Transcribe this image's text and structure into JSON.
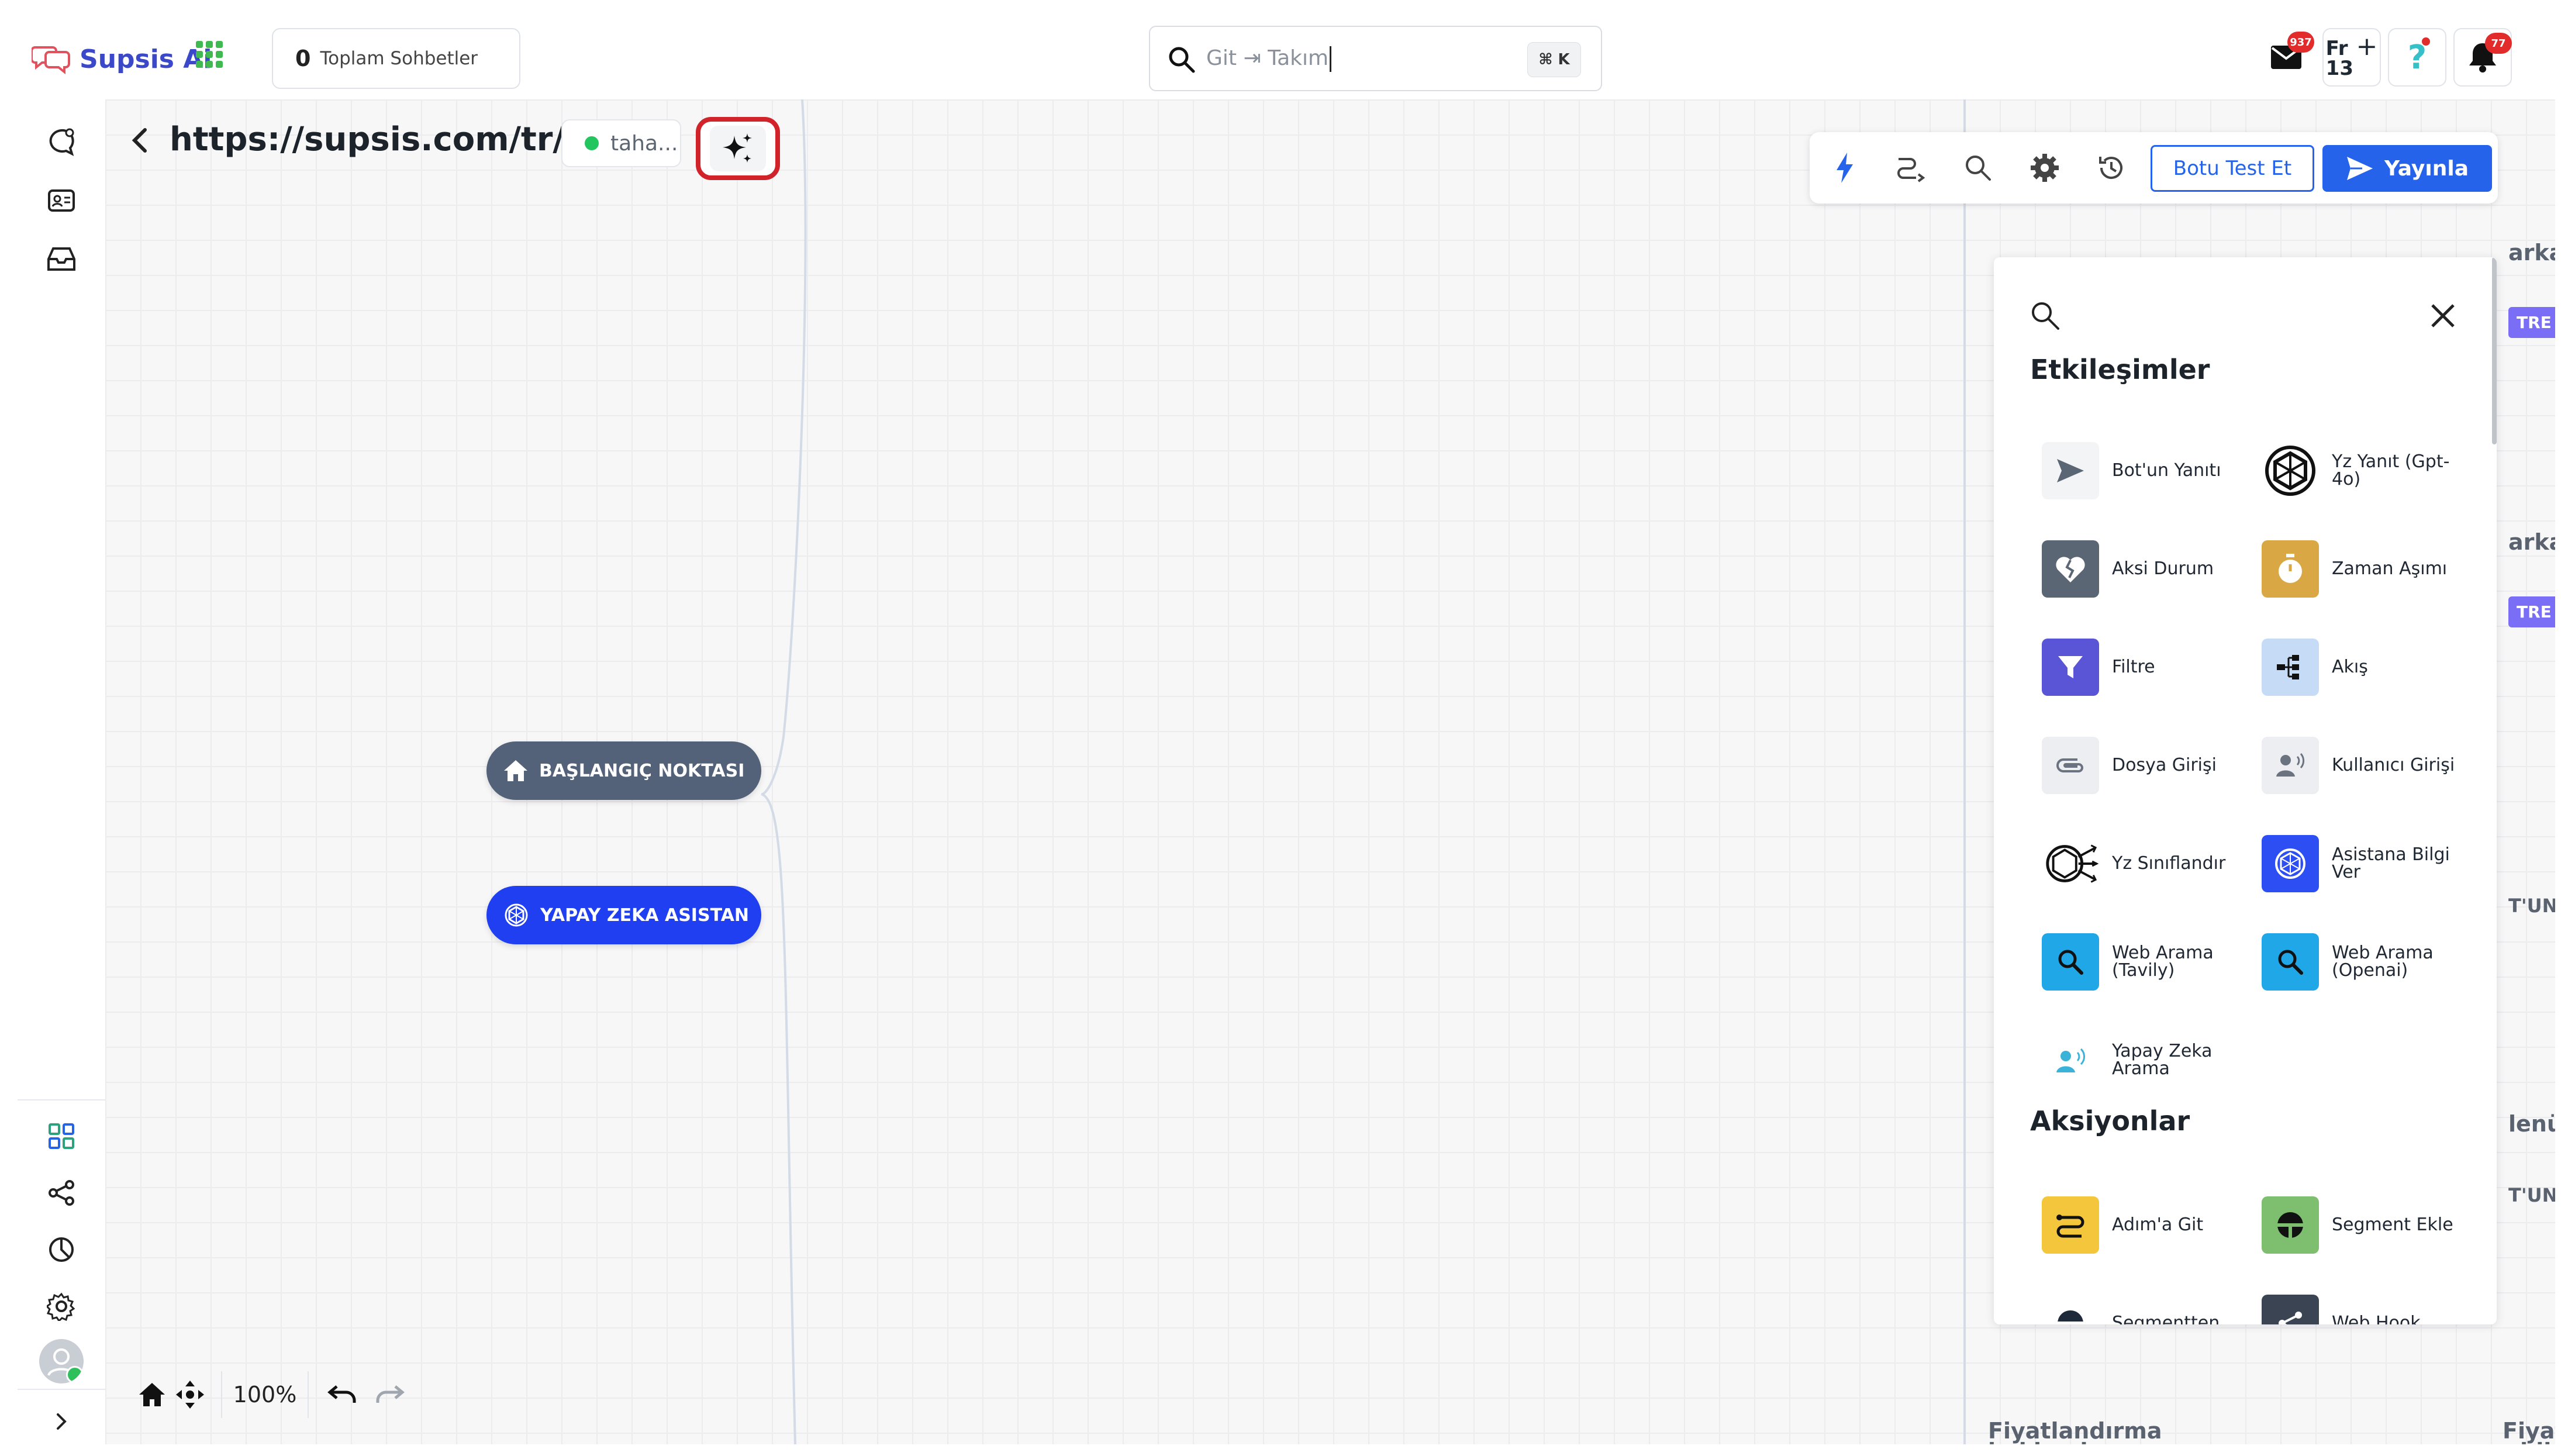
{
  "brand": {
    "name": "Supsis Ai"
  },
  "topbar": {
    "total_chats_count": "0",
    "total_chats_label": "Toplam Sohbetler",
    "search_placeholder": "Git ⇥ Takım",
    "search_shortcut": "⌘ K",
    "mail_badge": "937",
    "fr_label_line1": "Fr",
    "fr_label_line2": "13",
    "notifications_badge": "77"
  },
  "canvas": {
    "url_title": "https://supsis.com/tr/",
    "status_chip_text": "taha...",
    "nodes": {
      "start": "BAŞLANGIÇ NOKTASI",
      "ai": "YAPAY ZEKA ASISTAN"
    },
    "zoom_level": "100%"
  },
  "toolbar": {
    "test_label": "Botu Test Et",
    "publish_label": "Yayınla"
  },
  "panel": {
    "section_interactions": "Etkileşimler",
    "section_actions": "Aksiyonlar",
    "interactions": [
      {
        "label": "Bot'un Yanıtı",
        "icon": "send-icon"
      },
      {
        "label": "Yz Yanıt (Gpt-4o)",
        "icon": "openai-icon"
      },
      {
        "label": "Aksi Durum",
        "icon": "broken-heart-icon"
      },
      {
        "label": "Zaman Aşımı",
        "icon": "stopwatch-icon"
      },
      {
        "label": "Filtre",
        "icon": "filter-icon"
      },
      {
        "label": "Akış",
        "icon": "flow-icon"
      },
      {
        "label": "Dosya Girişi",
        "icon": "paperclip-icon"
      },
      {
        "label": "Kullanıcı Girişi",
        "icon": "user-voice-icon"
      },
      {
        "label": "Yz Sınıflandır",
        "icon": "ai-classify-icon"
      },
      {
        "label": "Asistana Bilgi Ver",
        "icon": "openai-icon"
      },
      {
        "label": "Web Arama (Tavily)",
        "icon": "search-icon"
      },
      {
        "label": "Web Arama (Openai)",
        "icon": "search-icon"
      },
      {
        "label": "Yapay Zeka Arama",
        "icon": "user-voice-icon"
      }
    ],
    "actions": [
      {
        "label": "Adım'a Git",
        "icon": "goto-step-icon"
      },
      {
        "label": "Segment Ekle",
        "icon": "segment-icon"
      },
      {
        "label": "Segmentten",
        "icon": "segment-icon"
      },
      {
        "label": "Web Hook",
        "icon": "share-icon"
      }
    ]
  },
  "edge_texts": {
    "a": "arka",
    "b": "TRE",
    "c": "arka",
    "d": "TRE",
    "e": "T'UN",
    "f": "lenü",
    "g": "T'UN",
    "h1": "Fiyatlandırma",
    "h2": "hakkında soru",
    "i1": "Fiyat",
    "i2": "bil"
  },
  "colors": {
    "brand": "#3a48c9",
    "primary": "#2563eb",
    "start_node": "#536279",
    "ai_node": "#1f3ff0",
    "highlight": "#d0232a",
    "status_online": "#22c55e"
  }
}
